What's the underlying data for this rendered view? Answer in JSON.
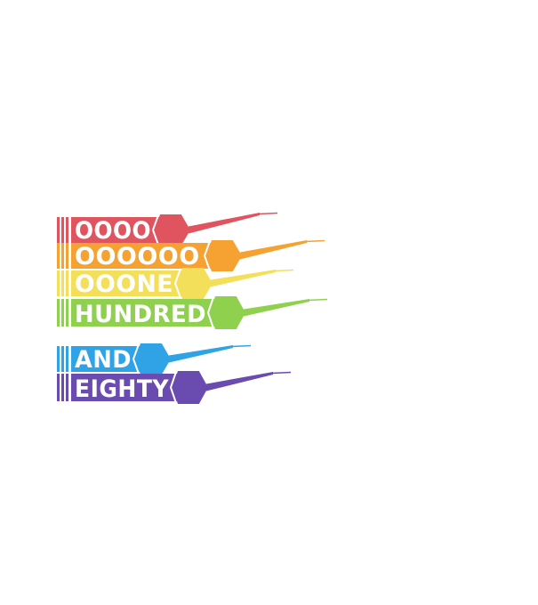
{
  "graphic": {
    "rows": [
      {
        "text": "OOOO",
        "color": "#e0545f"
      },
      {
        "text": "OOOOOO",
        "color": "#f5a233"
      },
      {
        "text": "OOONE",
        "color": "#f4df5a"
      },
      {
        "text": "HUNDRED",
        "color": "#8fd14f"
      },
      {
        "text": "AND",
        "color": "#2fa3e6"
      },
      {
        "text": "EIGHTY",
        "color": "#6a4bb0"
      }
    ]
  }
}
